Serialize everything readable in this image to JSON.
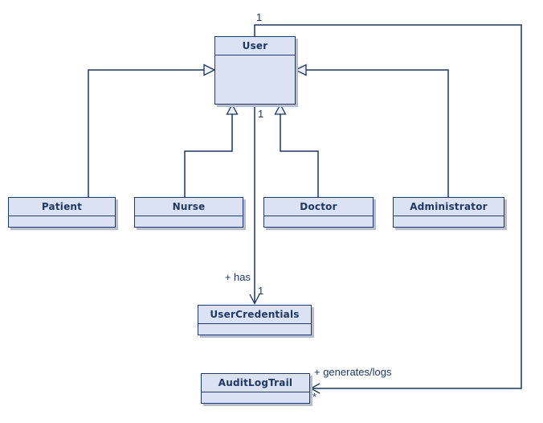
{
  "diagram": {
    "type": "uml-class-diagram",
    "background": "#ffffff",
    "colors": {
      "node_fill": "#dbe2f4",
      "node_border": "#1e3a6e",
      "text": "#1f3864",
      "connector_line": "#1c3560",
      "node_shadow": "#b7bdcd"
    },
    "classes": [
      {
        "name": "User"
      },
      {
        "name": "Patient"
      },
      {
        "name": "Nurse"
      },
      {
        "name": "Doctor"
      },
      {
        "name": "Administrator"
      },
      {
        "name": "UserCredentials"
      },
      {
        "name": "AuditLogTrail"
      }
    ],
    "relationships": [
      {
        "type": "generalization",
        "from": "Patient",
        "to": "User"
      },
      {
        "type": "generalization",
        "from": "Nurse",
        "to": "User"
      },
      {
        "type": "generalization",
        "from": "Doctor",
        "to": "User"
      },
      {
        "type": "generalization",
        "from": "Administrator",
        "to": "User"
      },
      {
        "type": "directed-association",
        "from": "User",
        "to": "UserCredentials",
        "name": "+ has",
        "from_multiplicity": "1",
        "to_multiplicity": "1"
      },
      {
        "type": "directed-association",
        "from": "User",
        "to": "AuditLogTrail",
        "name": "+ generates/logs",
        "from_multiplicity": "1",
        "to_multiplicity": "*"
      }
    ]
  }
}
